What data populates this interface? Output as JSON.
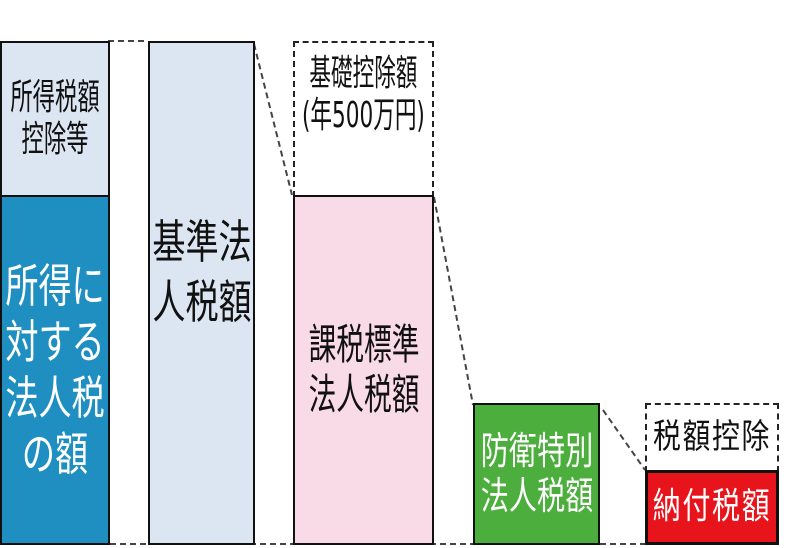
{
  "col1": {
    "top": "所得税額\n控除等",
    "bottom": "所得に\n対する\n法人税\nの額"
  },
  "col2": {
    "label": "基準法\n人税額"
  },
  "col3": {
    "top": "基礎控除額\n(年500万円)",
    "bottom": "課税標準\n法人税額"
  },
  "col4": {
    "label": "防衛特別\n法人税額"
  },
  "col5": {
    "top": "税額控除",
    "bottom": "納付税額"
  },
  "colors": {
    "light_blue": "#dce6f2",
    "blue": "#1f8fc1",
    "pink": "#f9dbe8",
    "green": "#4cae3c",
    "red": "#e8141c"
  }
}
